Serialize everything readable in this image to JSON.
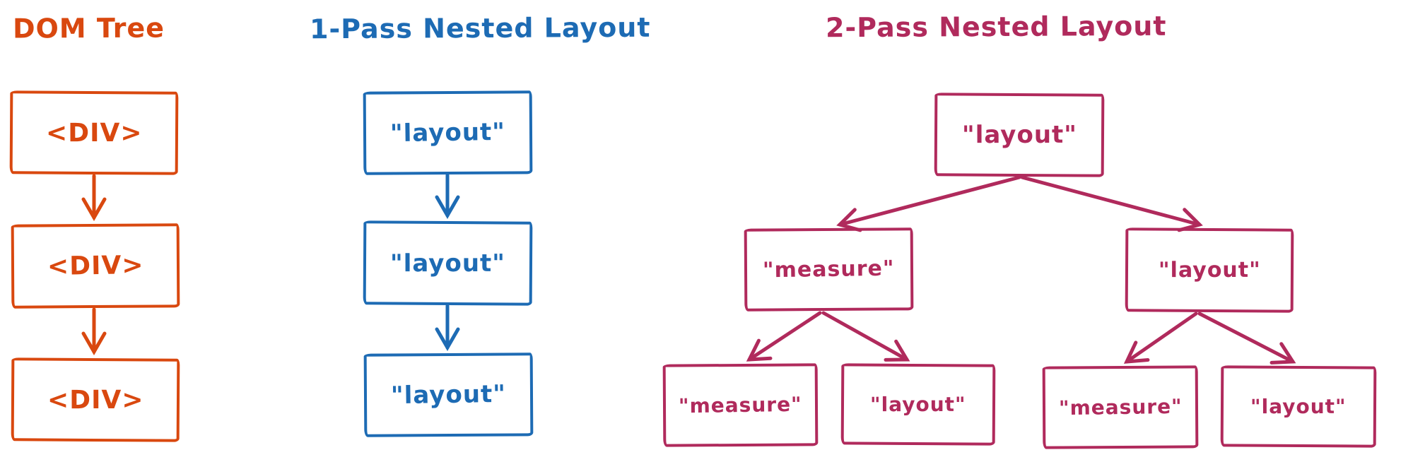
{
  "colors": {
    "dom_tree": "#d9480f",
    "one_pass": "#1d6bb4",
    "two_pass": "#b02a5c"
  },
  "dom_tree": {
    "title": "DOM Tree",
    "nodes": [
      "<DIV>",
      "<DIV>",
      "<DIV>"
    ]
  },
  "one_pass": {
    "title": "1-Pass Nested Layout",
    "nodes": [
      "\"layout\"",
      "\"layout\"",
      "\"layout\""
    ]
  },
  "two_pass": {
    "title": "2-Pass Nested Layout",
    "root": "\"layout\"",
    "level2": [
      "\"measure\"",
      "\"layout\""
    ],
    "leaves": [
      "\"measure\"",
      "\"layout\"",
      "\"measure\"",
      "\"layout\""
    ]
  }
}
